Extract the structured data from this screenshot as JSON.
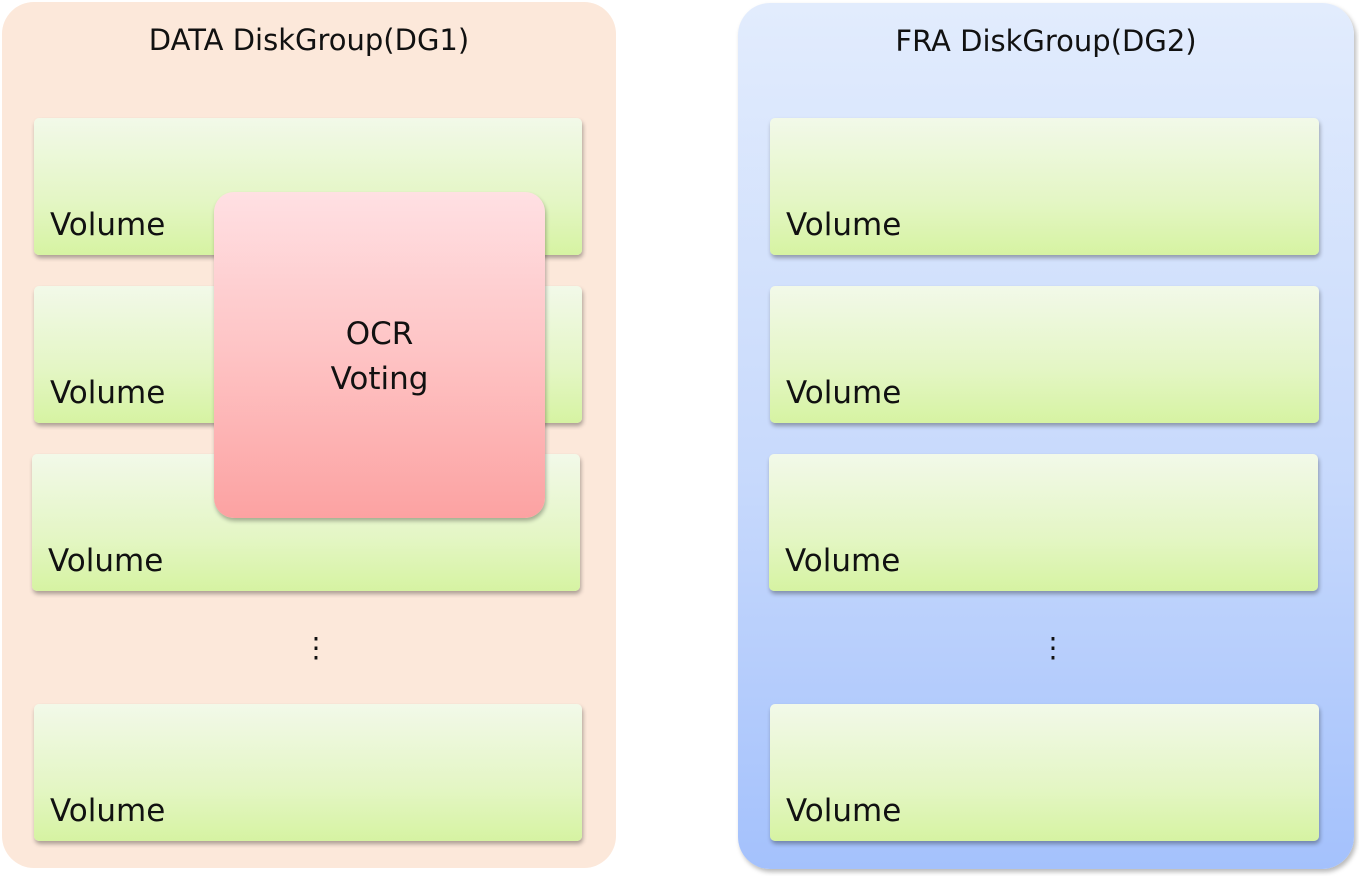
{
  "diagram": {
    "groups": [
      {
        "title": "DATA DiskGroup(DG1)",
        "volumes": [
          "Volume",
          "Volume",
          "Volume",
          "Volume"
        ],
        "ellipsis": "⋮",
        "overlay": {
          "line1": "OCR",
          "line2": "Voting"
        },
        "color": "#fce8da"
      },
      {
        "title": "FRA DiskGroup(DG2)",
        "volumes": [
          "Volume",
          "Volume",
          "Volume",
          "Volume"
        ],
        "ellipsis": "⋮",
        "color": "#c7d9fc"
      }
    ],
    "volume_color": "#e4f6c5",
    "overlay_color": "#fec3c4"
  }
}
